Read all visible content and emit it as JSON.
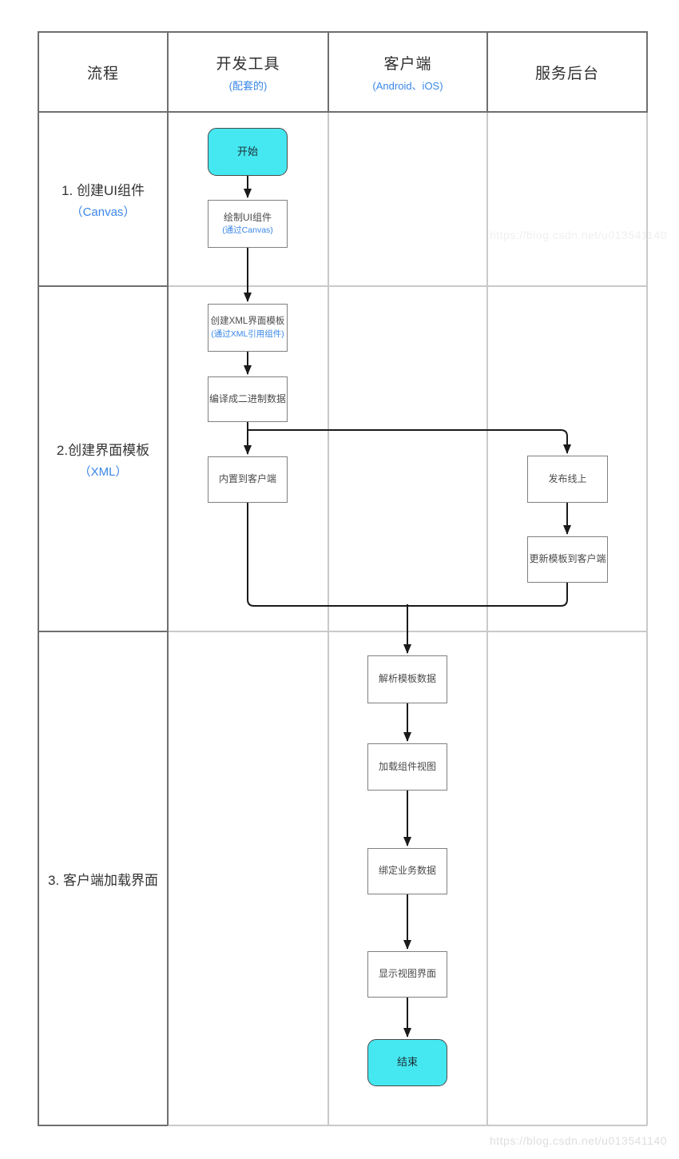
{
  "header": {
    "cols": [
      {
        "title": "流程",
        "subtitle": ""
      },
      {
        "title": "开发工具",
        "subtitle": "(配套的)"
      },
      {
        "title": "客户端",
        "subtitle": "(Android、iOS)"
      },
      {
        "title": "服务后台",
        "subtitle": ""
      }
    ]
  },
  "lanes": [
    {
      "label": "1. 创建UI组件",
      "sublabel": "（Canvas）"
    },
    {
      "label": "2.创建界面模板",
      "sublabel": "（XML）"
    },
    {
      "label": "3. 客户端加载界面",
      "sublabel": ""
    }
  ],
  "nodes": {
    "start": {
      "label": "开始",
      "type": "terminal"
    },
    "draw_ui": {
      "label": "绘制UI组件",
      "sublabel": "(通过Canvas)"
    },
    "create_xml": {
      "label": "创建XML界面模板",
      "sublabel": "(通过XML引用组件)"
    },
    "compile": {
      "label": "编译成二进制数据"
    },
    "builtin": {
      "label": "内置到客户端"
    },
    "publish": {
      "label": "发布线上"
    },
    "update": {
      "label": "更新模板到客户端"
    },
    "parse": {
      "label": "解析模板数据"
    },
    "load_view": {
      "label": "加载组件视图"
    },
    "bind_data": {
      "label": "绑定业务数据"
    },
    "display": {
      "label": "显示视图界面"
    },
    "end": {
      "label": "结束",
      "type": "terminal"
    }
  },
  "edges": [
    {
      "from": "开始",
      "to": "绘制UI组件"
    },
    {
      "from": "绘制UI组件",
      "to": "创建XML界面模板"
    },
    {
      "from": "创建XML界面模板",
      "to": "编译成二进制数据"
    },
    {
      "from": "编译成二进制数据",
      "to": "内置到客户端"
    },
    {
      "from": "编译成二进制数据",
      "to": "发布线上"
    },
    {
      "from": "发布线上",
      "to": "更新模板到客户端"
    },
    {
      "from": "内置到客户端",
      "to": "解析模板数据"
    },
    {
      "from": "更新模板到客户端",
      "to": "解析模板数据"
    },
    {
      "from": "解析模板数据",
      "to": "加载组件视图"
    },
    {
      "from": "加载组件视图",
      "to": "绑定业务数据"
    },
    {
      "from": "绑定业务数据",
      "to": "显示视图界面"
    },
    {
      "from": "显示视图界面",
      "to": "结束"
    }
  ],
  "watermarks": {
    "top": "https://blog.csdn.net/u013541140",
    "bottom": "https://blog.csdn.net/u013541140"
  },
  "colors": {
    "accent_blue": "#3a87e8",
    "terminal_fill": "#45e8f0",
    "connector": "#1a1a1a",
    "grid_dark": "#6f6f6f",
    "grid_light": "#c9c9c9"
  }
}
